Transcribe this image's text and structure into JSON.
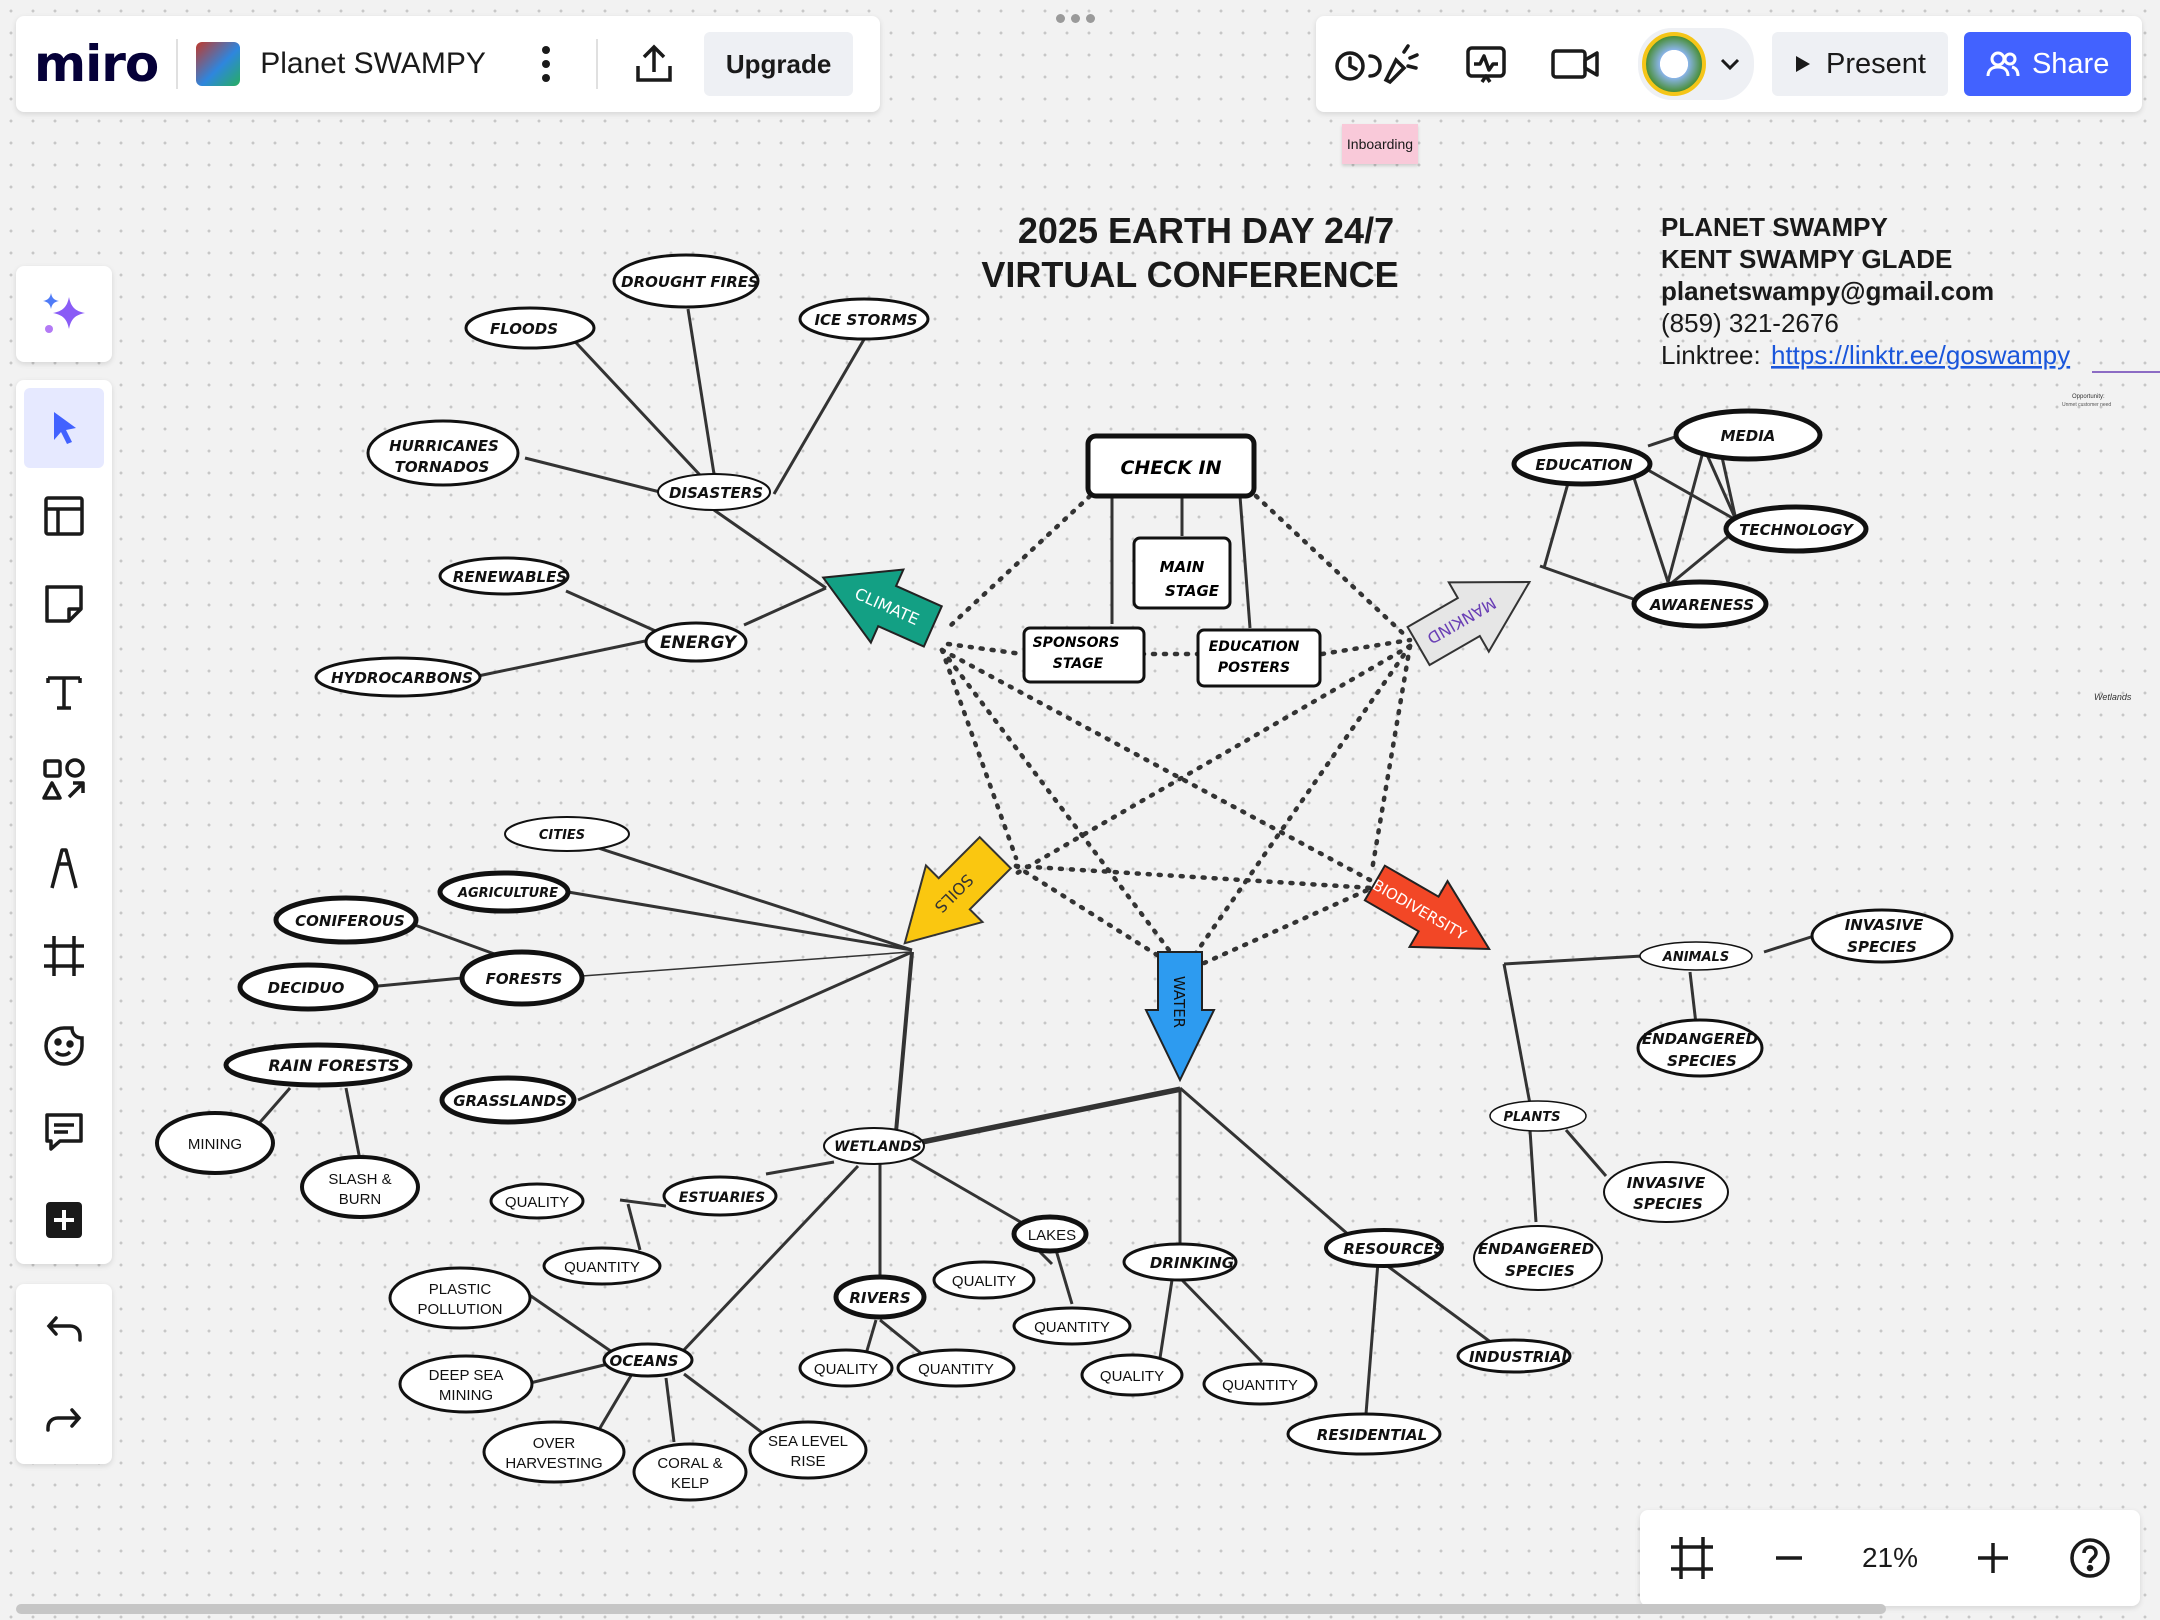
{
  "app": {
    "logo": "miro",
    "board_title": "Planet SWAMPY",
    "upgrade_label": "Upgrade"
  },
  "header_right": {
    "present_label": "Present",
    "share_label": "Share"
  },
  "zoom": {
    "level": "21%"
  },
  "sticky_note": {
    "text": "Inboarding"
  },
  "board": {
    "title_line1": "2025 EARTH DAY 24/7",
    "title_line2": "VIRTUAL CONFERENCE",
    "contact": {
      "org": "PLANET SWAMPY",
      "person": "KENT SWAMPY GLADE",
      "email": "planetswampy@gmail.com",
      "phone": "(859) 321-2676",
      "linktree_label": "Linktree: ",
      "linktree_url": "https://linktr.ee/goswampy"
    },
    "side_labels": {
      "opportunity": "Opportunity:",
      "opportunity_sub": "Unmet customer need",
      "wetlands": "Wetlands"
    },
    "hub": {
      "check_in": "CHECK IN",
      "main": "MAIN",
      "stage": "STAGE",
      "sponsors": "SPONSORS",
      "stage2": "STAGE",
      "education": "EDUCATION",
      "posters": "POSTERS"
    },
    "arrows": {
      "climate": "CLIMATE",
      "mankind": "MANKIND",
      "soils": "SOILS",
      "water": "WATER",
      "biodiversity": "BIODIVERSITY"
    },
    "nodes": {
      "floods": "FLOODS",
      "drought_fires": "DROUGHT FIRES",
      "ice_storms": "ICE STORMS",
      "hurricanes": "HURRICANES",
      "tornados": "TORNADOS",
      "disasters": "DISASTERS",
      "renewables": "RENEWABLES",
      "energy": "ENERGY",
      "hydrocarbons": "HYDROCARBONS",
      "education": "EDUCATION",
      "media": "MEDIA",
      "technology": "TECHNOLOGY",
      "awareness": "AWARENESS",
      "cities": "CITIES",
      "agriculture": "AGRICULTURE",
      "coniferous": "CONIFEROUS",
      "forests": "FORESTS",
      "deciduo": "DECIDUO",
      "rain_forests": "RAIN FORESTS",
      "mining": "MINING",
      "slash": "SLASH &",
      "burn": "BURN",
      "grasslands": "GRASSLANDS",
      "animals": "ANIMALS",
      "invasive_species_a1": "INVASIVE",
      "invasive_species_a2": "SPECIES",
      "endangered_a1": "ENDANGERED",
      "endangered_a2": "SPECIES",
      "plants": "PLANTS",
      "invasive_p1": "INVASIVE",
      "invasive_p2": "SPECIES",
      "endangered_p1": "ENDANGERED",
      "endangered_p2": "SPECIES",
      "wetlands": "WETLANDS",
      "estuaries": "ESTUARIES",
      "quality_est": "QUALITY",
      "quantity_est": "QUANTITY",
      "lakes": "LAKES",
      "quality_lakes": "QUALITY",
      "quantity_lakes": "QUANTITY",
      "rivers": "RIVERS",
      "quality_rivers": "QUALITY",
      "quantity_rivers": "QUANTITY",
      "drinking": "DRINKING",
      "quality_drinking": "QUALITY",
      "quantity_drinking": "QUANTITY",
      "resources": "RESOURCES",
      "industrial": "INDUSTRIAL",
      "residential": "RESIDENTIAL",
      "plastic1": "PLASTIC",
      "plastic2": "POLLUTION",
      "oceans": "OCEANS",
      "deepsea1": "DEEP SEA",
      "deepsea2": "MINING",
      "over1": "OVER",
      "over2": "HARVESTING",
      "coral1": "CORAL &",
      "coral2": "KELP",
      "sealevel1": "SEA LEVEL",
      "sealevel2": "RISE"
    }
  },
  "colors": {
    "climate": "#13a084",
    "mankind": "#e6e6e6",
    "soils": "#fac710",
    "water": "#2d9bf0",
    "biodiversity": "#f24726",
    "share": "#4262ff",
    "link": "#1a56db"
  }
}
